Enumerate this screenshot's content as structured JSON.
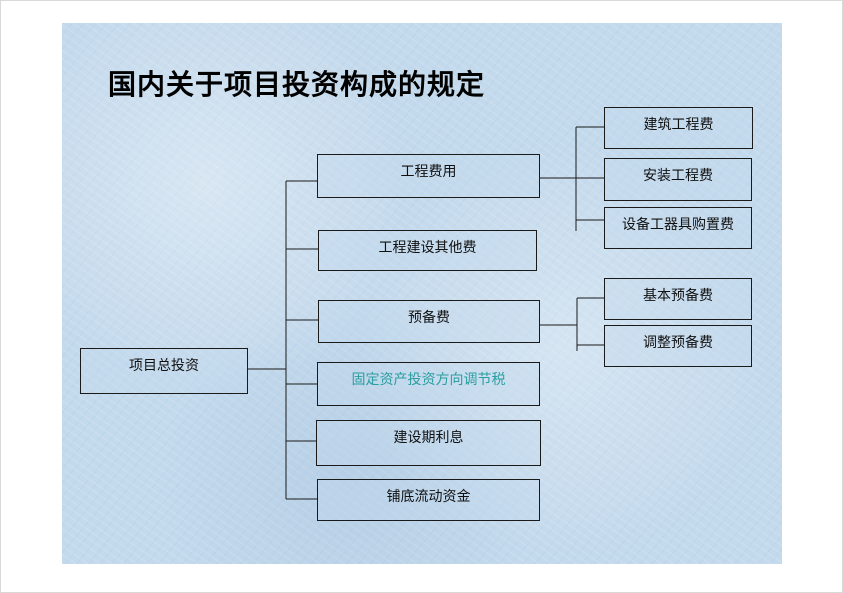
{
  "title": "国内关于项目投资构成的规定",
  "root": "项目总投资",
  "level1": [
    {
      "label": "工程费用",
      "highlight": false
    },
    {
      "label": "工程建设其他费",
      "highlight": false
    },
    {
      "label": "预备费",
      "highlight": false
    },
    {
      "label": "固定资产投资方向调节税",
      "highlight": true
    },
    {
      "label": "建设期利息",
      "highlight": false
    },
    {
      "label": "铺底流动资金",
      "highlight": false
    }
  ],
  "engineering_children": [
    "建筑工程费",
    "安装工程费",
    "设备工器具购置费"
  ],
  "reserve_children": [
    "基本预备费",
    "调整预备费"
  ],
  "colors": {
    "line": "#1a1a1a",
    "highlight_text": "#2a9ea0",
    "slide_bg": "#c3d9ec"
  }
}
